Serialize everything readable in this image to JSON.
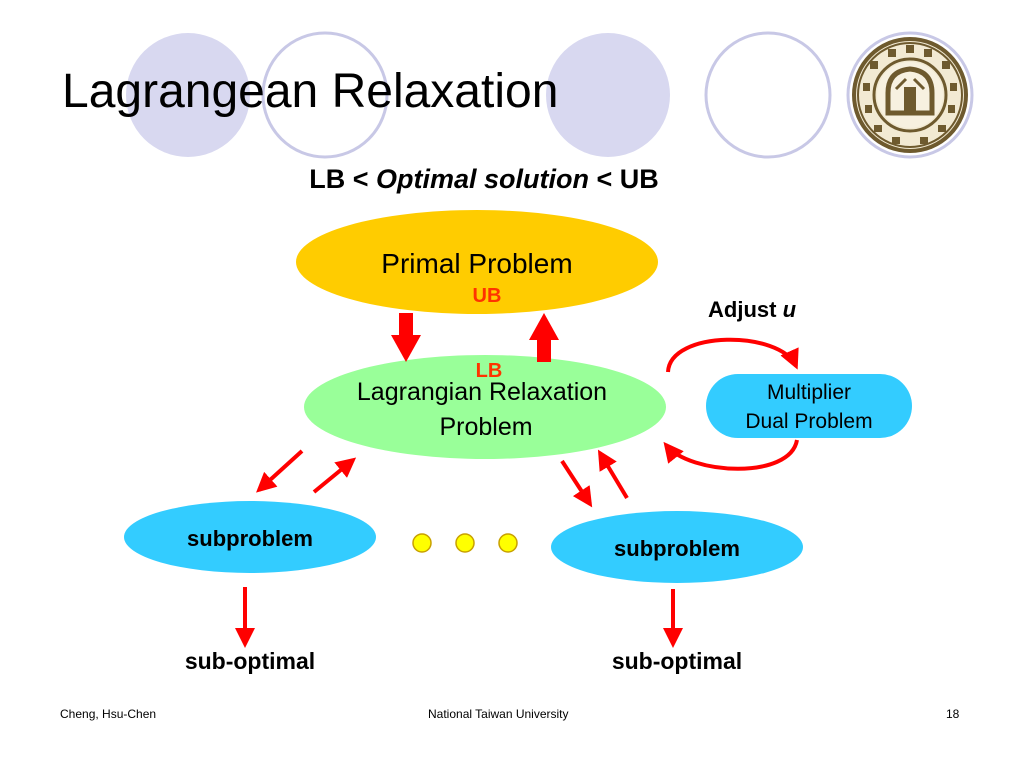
{
  "slide": {
    "title": "Lagrangean Relaxation",
    "subtitle": {
      "part1": "LB < ",
      "italic": "Optimal solution",
      "part2": " < UB"
    },
    "footer": {
      "author": "Cheng, Hsu-Chen",
      "institution": "National Taiwan University",
      "page": "18"
    }
  },
  "diagram": {
    "primal": {
      "label": "Primal Problem",
      "color": "#FFCC00"
    },
    "ub_label": "UB",
    "lb_label": "LB",
    "bound_label_color": "#FF3300",
    "relaxation": {
      "line1": "Lagrangian Relaxation",
      "line2": "Problem",
      "color": "#99FF99"
    },
    "multiplier": {
      "line1": "Multiplier",
      "line2": "Dual Problem",
      "color": "#33CCFF"
    },
    "adjust": {
      "text": "Adjust ",
      "italic": "u"
    },
    "subproblem_left": {
      "label": "subproblem",
      "color": "#33CCFF"
    },
    "subproblem_right": {
      "label": "subproblem",
      "color": "#33CCFF"
    },
    "suboptimal_left": "sub-optimal",
    "suboptimal_right": "sub-optimal",
    "ellipsis_dot_color": "#FFFF00",
    "arrow_color": "#FF0000"
  },
  "decoration": {
    "circle_fill": "#D8D8F0",
    "circle_stroke": "#C0C0E0",
    "logo": "national-taiwan-university-seal"
  }
}
